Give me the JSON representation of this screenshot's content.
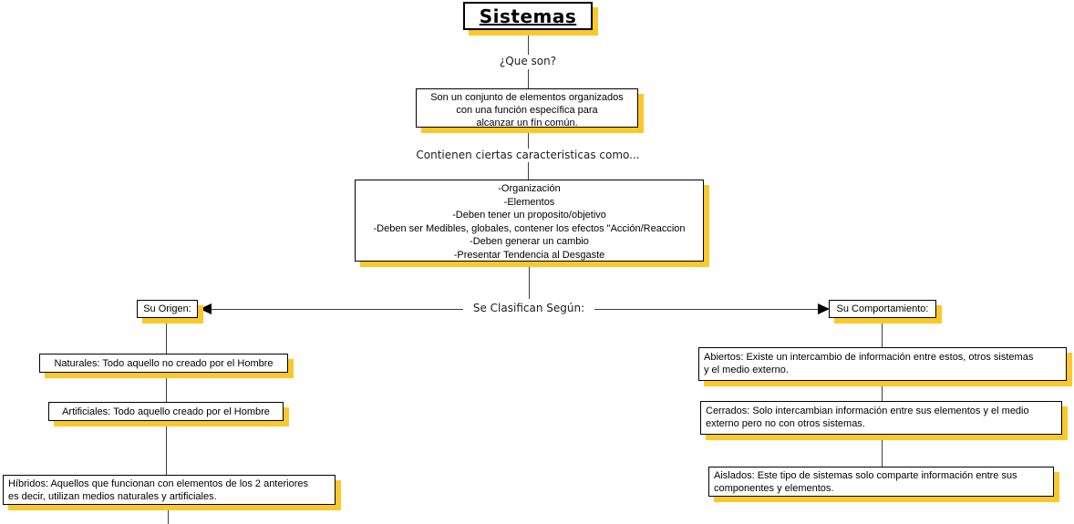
{
  "map": {
    "title": "Sistemas",
    "links": {
      "que_son": "¿Que son?",
      "caracteristicas": "Contienen ciertas caracteristicas como...",
      "clasifican": "Se Clasifican Según:"
    },
    "nodes": {
      "definicion": "Son un conjunto de elementos organizados\ncon una función específica para\nalcanzar un fín común.",
      "caracteristicas": "-Organización\n-Elementos\n-Deben tener un proposito/objetivo\n-Deben ser Medibles, globales, contener los efectos \"Acción/Reaccion\n-Deben generar un cambio\n-Presentar Tendencia al Desgaste",
      "su_origen": "Su Origen:",
      "su_comportamiento": "Su Comportamiento:",
      "naturales": "Naturales: Todo aquello no creado por el Hombre",
      "artificiales": "Artificiales: Todo aquello creado por el Hombre",
      "hibridos": "Híbridos: Aquellos que funcionan con elementos de los 2 anteriores\nes decir, utilizan medios naturales y artificiales.",
      "abiertos": "Abiertos: Existe un intercambio de información entre estos, otros sistemas\ny el medio externo.",
      "cerrados": "Cerrados: Solo intercambian información entre sus elementos y el medio\nexterno pero no con otros sistemas.",
      "aislados": "Aislados: Este tipo de sistemas solo comparte información entre sus\ncomponentes y elementos."
    },
    "colors": {
      "node_background": "#ffffff",
      "node_border": "#000000",
      "node_shadow": "#fbc82b",
      "connector_line": "#3f3f3f"
    }
  }
}
